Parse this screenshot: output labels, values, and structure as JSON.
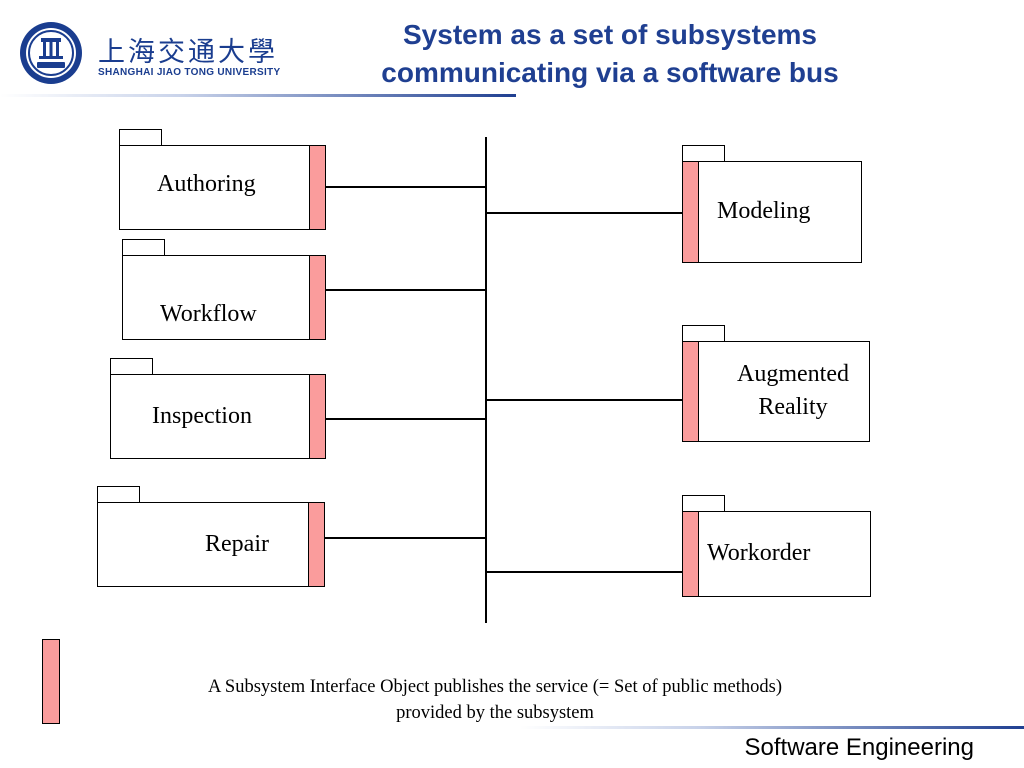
{
  "header": {
    "logo_cn": "上海交通大學",
    "logo_en": "SHANGHAI  JIAO TONG  UNIVERSITY",
    "title_line1": "System as a set of subsystems",
    "title_line2": "communicating via a software bus"
  },
  "diagram": {
    "left_subsystems": [
      "Authoring",
      "Workflow",
      "Inspection",
      "Repair"
    ],
    "right_subsystems": [
      "Modeling",
      "Augmented Reality",
      "Workorder"
    ],
    "right_ar_line1": "Augmented",
    "right_ar_line2": "Reality"
  },
  "caption": {
    "line1": "A Subsystem Interface Object  publishes the service  (= Set of public methods)",
    "line2": "provided by the subsystem"
  },
  "footer": {
    "text": "Software Engineering"
  },
  "colors": {
    "interface": "#fa9c9c",
    "title": "#1f3f91"
  },
  "icons": {
    "logo": "university-seal-icon"
  }
}
